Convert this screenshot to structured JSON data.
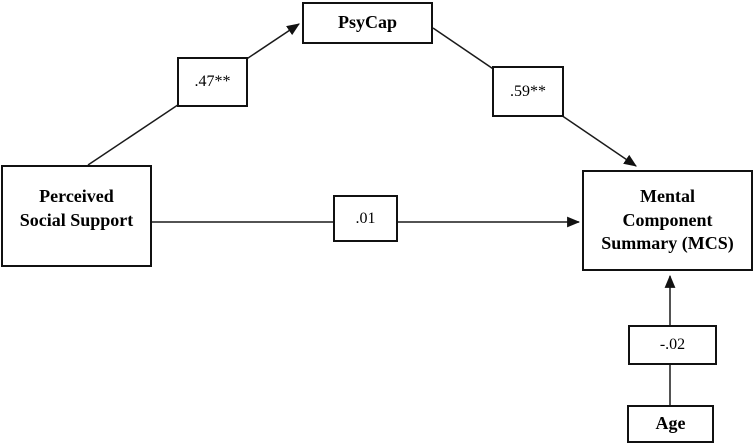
{
  "diagram": {
    "background_color": "#ffffff",
    "box_fill_color": "#ffffff",
    "box_border_color": "#111111",
    "line_color": "#1a1a1a",
    "text_color": "#000000",
    "nodes": {
      "psycap": {
        "label": "PsyCap"
      },
      "perceived_social_support": {
        "lines": [
          "Perceived",
          "Social Support"
        ]
      },
      "mcs": {
        "lines": [
          "Mental",
          "Component",
          "Summary (MCS)"
        ]
      },
      "age": {
        "label": "Age"
      }
    },
    "edges": [
      {
        "from": "Perceived Social Support",
        "to": "PsyCap",
        "label": ".47**"
      },
      {
        "from": "PsyCap",
        "to": "Mental Component Summary (MCS)",
        "label": ".59**"
      },
      {
        "from": "Perceived Social Support",
        "to": "Mental Component Summary (MCS)",
        "label": ".01"
      },
      {
        "from": "Age",
        "to": "Mental Component Summary (MCS)",
        "label": "-.02"
      }
    ]
  }
}
